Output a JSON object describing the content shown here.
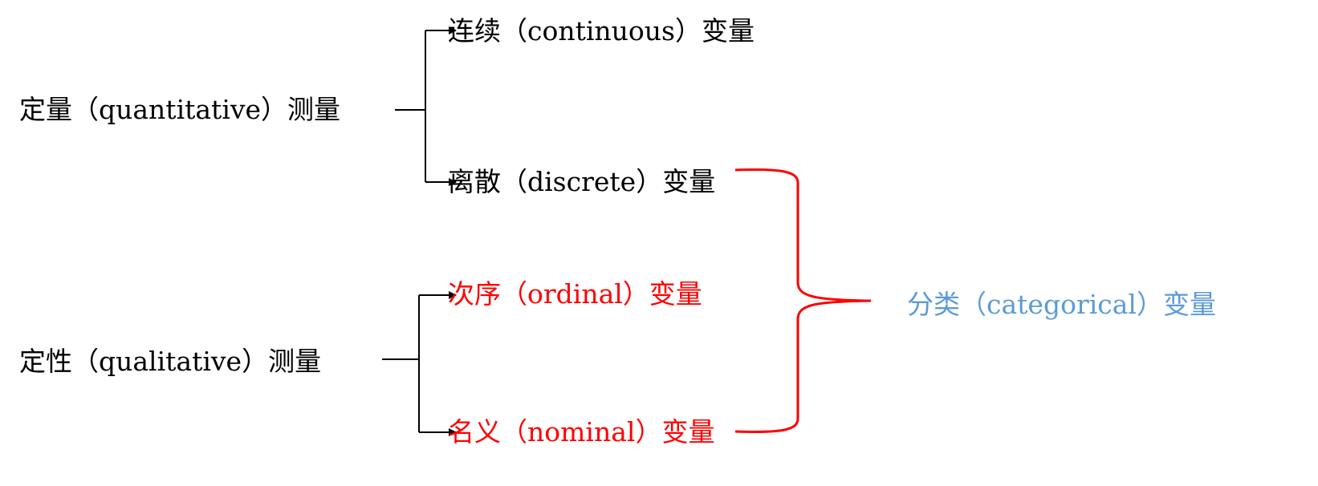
{
  "nodes": {
    "quantitative": {
      "text": "定量（quantitative）测量"
    },
    "qualitative": {
      "text": "定性（qualitative）测量"
    },
    "continuous": {
      "text": "连续（continuous）变量"
    },
    "discrete": {
      "text": "离散（discrete）变量"
    },
    "ordinal": {
      "text": "次序（ordinal）变量"
    },
    "nominal": {
      "text": "名义（nominal）变量"
    },
    "categorical": {
      "text": "分类（categorical）变量"
    }
  },
  "colors": {
    "default_text": "#000000",
    "highlight_text": "#ff0000",
    "category_text": "#5b9bd5",
    "connector": "#000000",
    "brace": "#ff0000"
  }
}
